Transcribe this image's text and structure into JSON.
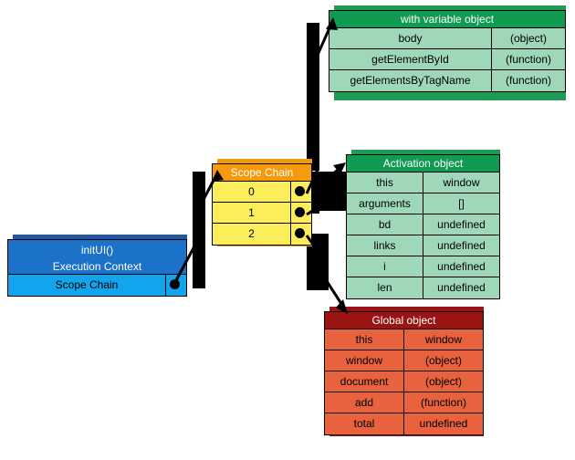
{
  "diagram": {
    "title": "JavaScript scope chain diagram",
    "colors": {
      "green_header": "#109A52",
      "green_body": "#9ED8B9",
      "red_header": "#9B1414",
      "red_body": "#E8623E",
      "orange_header": "#F59A0C",
      "yellow_body": "#FCEE5B",
      "blue_header": "#1C71C8",
      "blue_body": "#12A5EE",
      "connector": "#000000"
    }
  },
  "with_variable_object": {
    "title": "with variable object",
    "rows": [
      {
        "key": "body",
        "value": "(object)"
      },
      {
        "key": "getElementById",
        "value": "(function)"
      },
      {
        "key": "getElementsByTagName",
        "value": "(function)"
      }
    ]
  },
  "activation_object": {
    "title": "Activation object",
    "rows": [
      {
        "key": "this",
        "value": "window"
      },
      {
        "key": "arguments",
        "value": "[]"
      },
      {
        "key": "bd",
        "value": "undefined"
      },
      {
        "key": "links",
        "value": "undefined"
      },
      {
        "key": "i",
        "value": "undefined"
      },
      {
        "key": "len",
        "value": "undefined"
      }
    ]
  },
  "global_object": {
    "title": "Global object",
    "rows": [
      {
        "key": "this",
        "value": "window"
      },
      {
        "key": "window",
        "value": "(object)"
      },
      {
        "key": "document",
        "value": "(object)"
      },
      {
        "key": "add",
        "value": "(function)"
      },
      {
        "key": "total",
        "value": "undefined"
      }
    ]
  },
  "scope_chain": {
    "title": "Scope Chain",
    "rows": [
      {
        "index": "0"
      },
      {
        "index": "1"
      },
      {
        "index": "2"
      }
    ]
  },
  "execution_context": {
    "title_line1": "initUI()",
    "title_line2": "Execution Context",
    "rows": [
      {
        "label": "Scope Chain"
      }
    ]
  }
}
